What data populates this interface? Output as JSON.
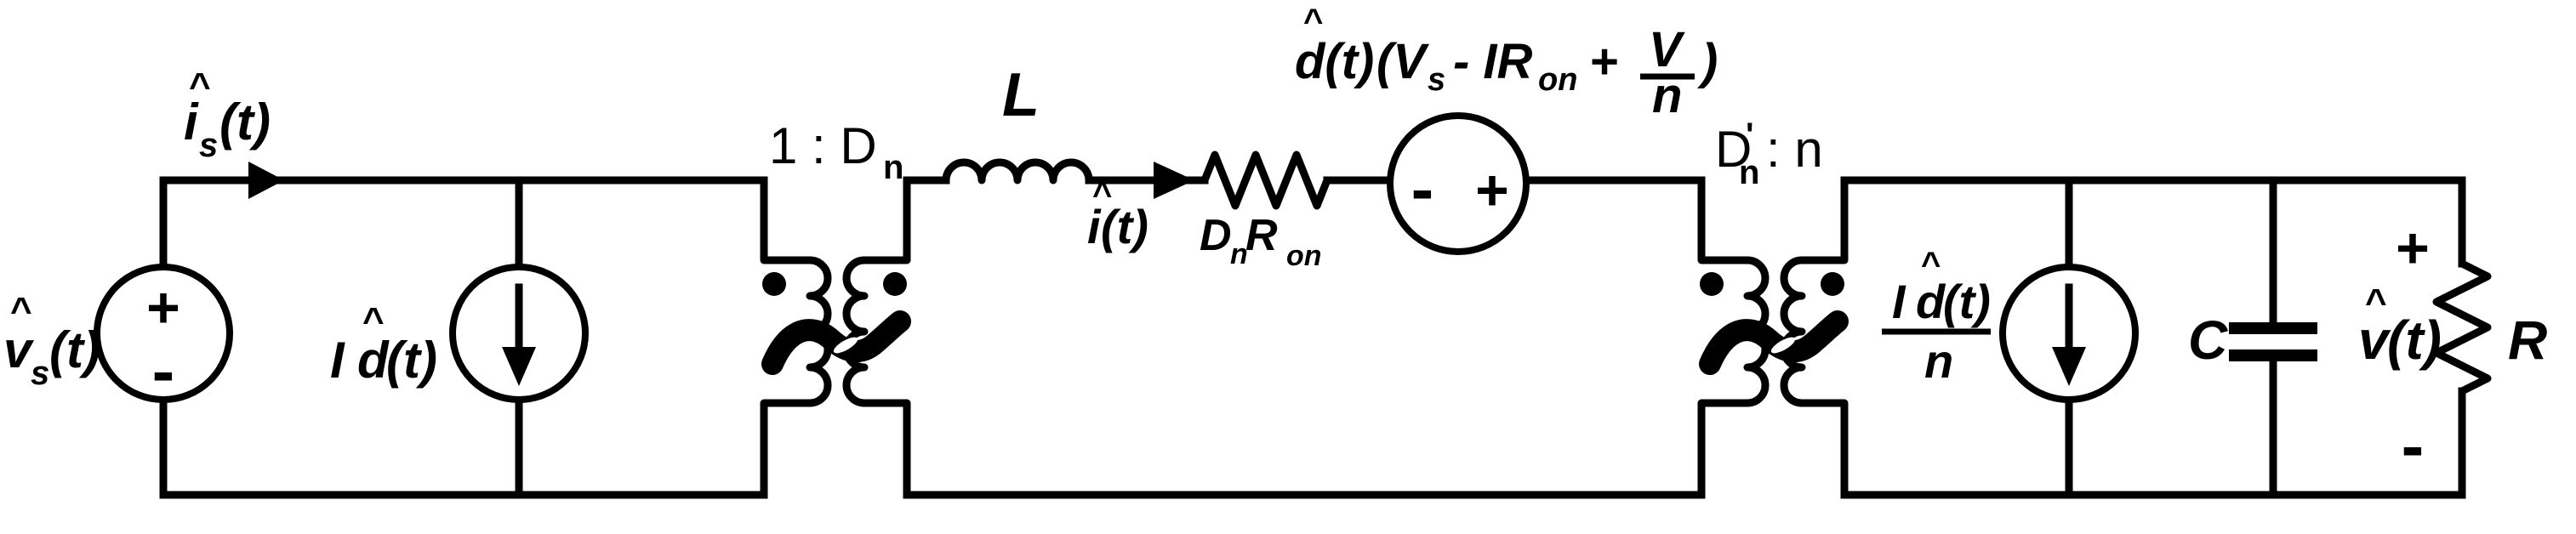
{
  "diagram": {
    "background": "#ffffff",
    "ink": "#000000",
    "input": {
      "vs": {
        "hat": "^",
        "base": "v",
        "sub": "s",
        "args": "(t)"
      },
      "vs_plus": "+",
      "vs_minus": "-",
      "is": {
        "hat": "^",
        "base": "i",
        "sub": "s",
        "args": "(t)"
      },
      "id": {
        "hat": "^",
        "pre": "I",
        "base": "d",
        "args": "(t)"
      }
    },
    "t1": {
      "ratio": "1 : D",
      "ratio_sub": "n"
    },
    "mid": {
      "inductor": "L",
      "i": {
        "hat": "^",
        "base": "i",
        "args": "(t)"
      },
      "res": {
        "b1": "D",
        "s1": "n",
        "b2": "R",
        "s2": "on"
      },
      "src_minus": "-",
      "src_plus": "+",
      "expr": {
        "hat": "^",
        "coeff": "d(t)",
        "open": "(V",
        "s1": "s",
        "mid": "- IR",
        "s2": "on",
        "plus": "+",
        "num": "V",
        "den": "n",
        "close": ")"
      }
    },
    "t2": {
      "base": "D",
      "prime": "'",
      "sub": "n",
      "rest": ": n"
    },
    "out": {
      "id": {
        "hat": "^",
        "pre": "I",
        "base": "d",
        "args": "(t)",
        "den": "n"
      },
      "cap": "C",
      "v": {
        "hat": "^",
        "base": "v",
        "args": "(t)"
      },
      "plus": "+",
      "minus": "-",
      "res": "R"
    }
  }
}
